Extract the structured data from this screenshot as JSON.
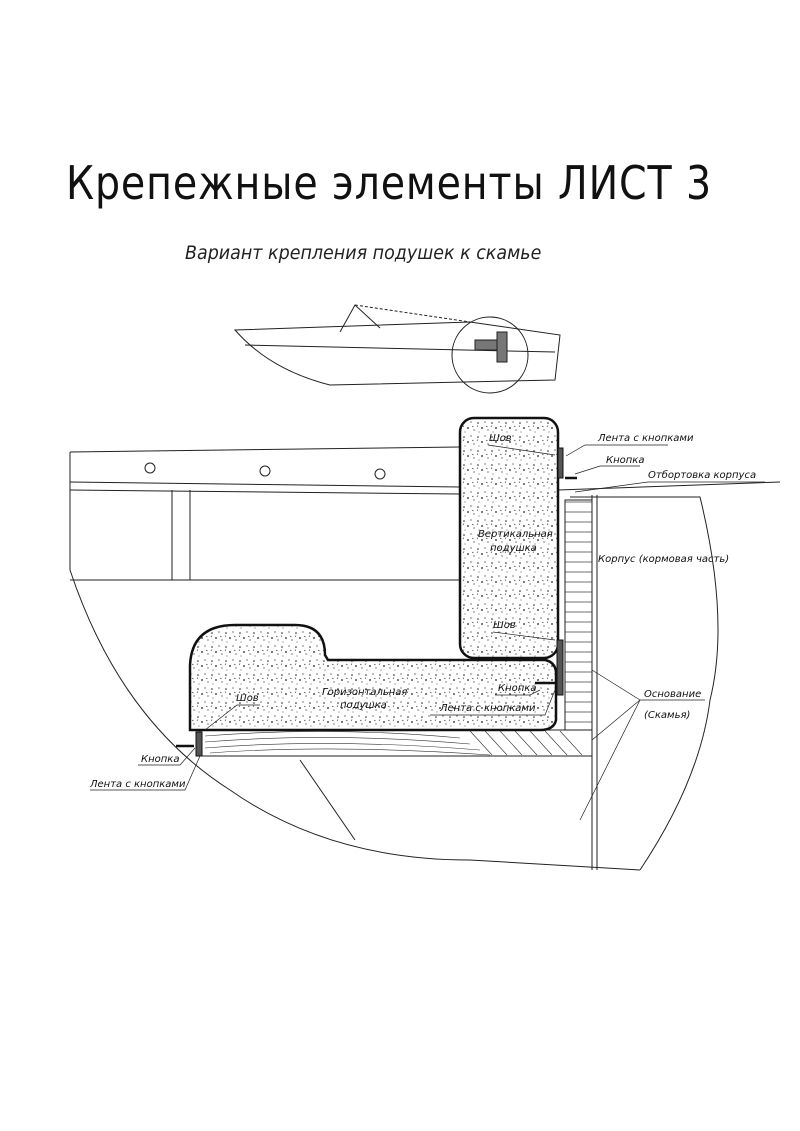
{
  "title": "Крепежные элементы ЛИСТ 3",
  "subtitle": "Вариант крепления подушек к скамье",
  "labels": {
    "seam_top": "Шов",
    "tape_top": "Лента с кнопками",
    "button_top": "Кнопка",
    "flange": "Отбортовка корпуса",
    "vertical_cushion_1": "Вертикальная",
    "vertical_cushion_2": "подушка",
    "hull": "Корпус (кормовая часть)",
    "seam_mid": "Шов",
    "button_mid": "Кнопка",
    "horizontal_cushion_1": "Горизонтальная",
    "horizontal_cushion_2": "подушка",
    "tape_mid": "Лента с кнопками",
    "base_1": "Основание",
    "base_2": "(Скамья)",
    "seam_left": "Шов",
    "button_left": "Кнопка",
    "tape_left": "Лента с кнопками"
  }
}
